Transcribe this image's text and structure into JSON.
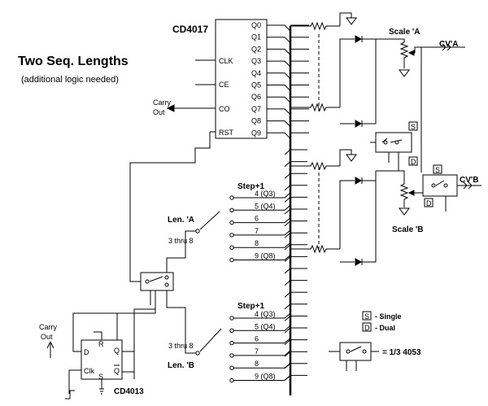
{
  "title": "Two Seq. Lengths",
  "subtitle": "(additional logic needed)",
  "counter": {
    "name": "CD4017",
    "outputs": [
      "Q0",
      "Q1",
      "Q2",
      "Q3",
      "Q4",
      "Q5",
      "Q6",
      "Q7",
      "Q8",
      "Q9"
    ],
    "inputs": [
      "CLK",
      "CE",
      "CO",
      "RST"
    ],
    "carry_out": "Carry\nOut"
  },
  "scale_a": "Scale 'A",
  "scale_b": "Scale 'B",
  "cv_a": "CV'A",
  "cv_b": "CV'B",
  "switch_single": "S",
  "switch_dual": "D",
  "step_header": "Step+1",
  "len_a": {
    "label": "Len. 'A",
    "range": "3 thru 8"
  },
  "len_b": {
    "label": "Len. 'B",
    "range": "3 thru 8"
  },
  "steps_a": [
    "4  (Q3)",
    "5  (Q4)",
    "6",
    "7",
    "8",
    "9  (Q8)"
  ],
  "steps_b": [
    "4  (Q3)",
    "5  (Q4)",
    "6",
    "7",
    "8",
    "9  (Q8)"
  ],
  "flipflop": {
    "name": "CD4013",
    "pins": [
      "R",
      "D",
      "Q",
      "Clk",
      "S",
      "Q"
    ],
    "carry_out": "Carry\nOut"
  },
  "legend": {
    "single": "- Single",
    "dual": "- Dual",
    "mux": "= 1/3  4053"
  }
}
